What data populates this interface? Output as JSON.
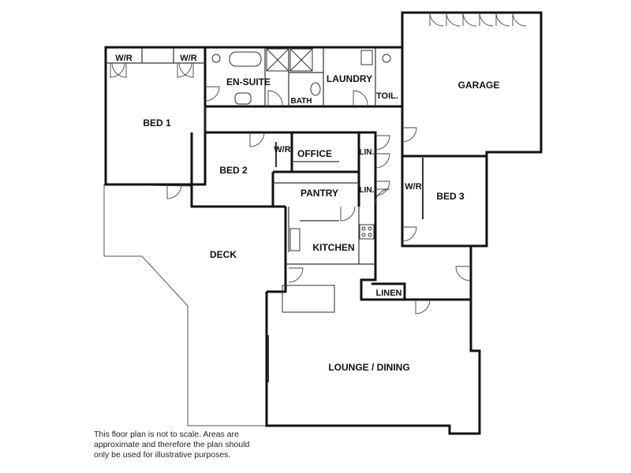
{
  "rooms": {
    "wr1": "W/R",
    "wr2": "W/R",
    "ensuite": "EN-SUITE",
    "laundry": "LAUNDRY",
    "garage": "GARAGE",
    "bath": "BATH",
    "toil": "TOIL.",
    "bed1": "BED 1",
    "bed2": "BED 2",
    "wr3": "W/R",
    "office": "OFFICE",
    "lin1": "LIN.",
    "lin2": "LIN.",
    "pantry": "PANTRY",
    "wr4": "W/R",
    "bed3": "BED 3",
    "kitchen": "KITCHEN",
    "deck": "DECK",
    "linen": "LINEN",
    "lounge": "LOUNGE / DINING"
  },
  "disclaimer": "This floor plan is not to scale. Areas are approximate and therefore the plan should only be used for illustrative purposes."
}
